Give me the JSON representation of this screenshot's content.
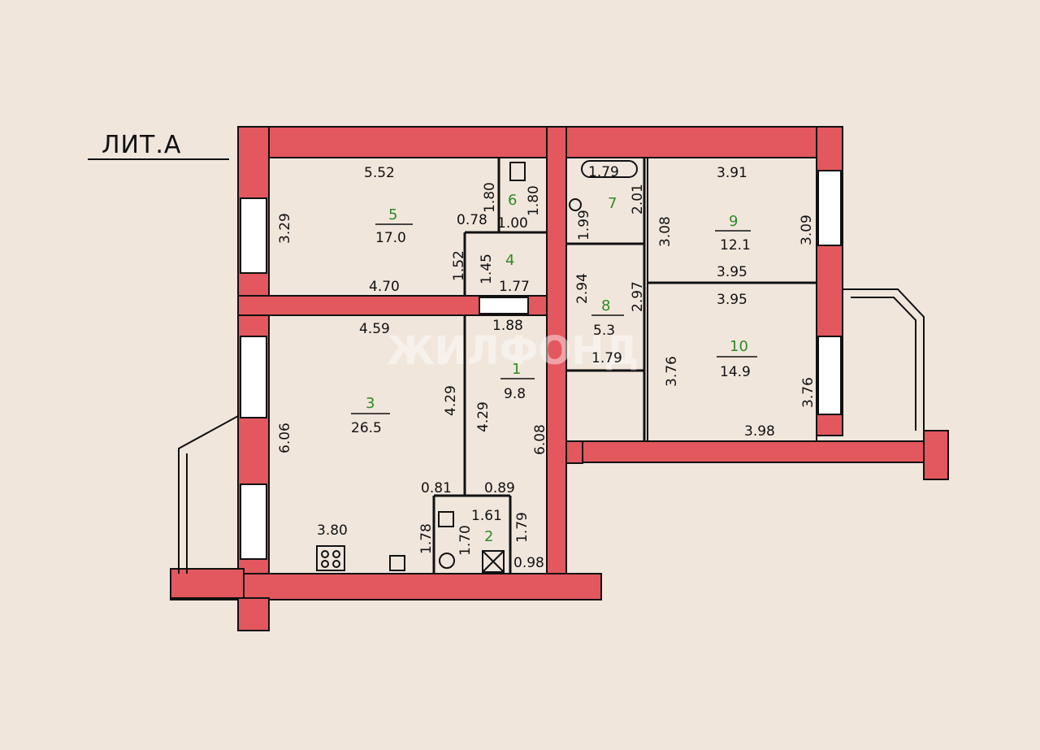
{
  "title": "ЛИТ.А",
  "watermark": "ЖИЛФОНД",
  "rooms": [
    {
      "id": "5",
      "number": "5",
      "area": "17.0"
    },
    {
      "id": "6",
      "number": "6"
    },
    {
      "id": "4",
      "number": "4"
    },
    {
      "id": "7",
      "number": "7"
    },
    {
      "id": "9",
      "number": "9",
      "area": "12.1"
    },
    {
      "id": "3",
      "number": "3",
      "area": "26.5"
    },
    {
      "id": "1",
      "number": "1",
      "area": "9.8"
    },
    {
      "id": "8",
      "number": "8",
      "area": "5.3"
    },
    {
      "id": "10",
      "number": "10",
      "area": "14.9"
    },
    {
      "id": "2",
      "number": "2"
    }
  ],
  "dimensions": {
    "r5_top": "5.52",
    "r5_left": "3.29",
    "r5_bottom": "4.70",
    "r5_right_b": "0.78",
    "r6_a": "1.80",
    "r6_b": "1.80",
    "r6_c": "1.00",
    "r4_a": "1.52",
    "r4_b": "1.45",
    "r4_bottom": "1.77",
    "r7_top": "1.79",
    "r7_a": "1.99",
    "r7_b": "2.01",
    "r9_top": "3.91",
    "r9_left": "3.08",
    "r9_right": "3.09",
    "r9_bottom": "3.95",
    "r3_top": "4.59",
    "r3_left": "6.06",
    "r3_right": "4.29",
    "r3_bottom": "3.80",
    "r1_top": "1.88",
    "r1_left": "4.29",
    "r1_right": "6.08",
    "r8_a": "2.94",
    "r8_b": "2.97",
    "r8_bottom": "1.79",
    "r10_top": "3.95",
    "r10_left": "3.76",
    "r10_right": "3.76",
    "r10_bottom": "3.98",
    "r2_a": "0.81",
    "r2_b": "0.89",
    "r2_c": "1.61",
    "r2_d": "1.78",
    "r2_e": "1.70",
    "r2_f": "1.79",
    "r2_g": "0.98"
  },
  "colors": {
    "wall": "#e2585e",
    "paper": "#f1e6dc",
    "line": "#111111",
    "window": "#ffffff",
    "room_number": "#2f8a26"
  }
}
